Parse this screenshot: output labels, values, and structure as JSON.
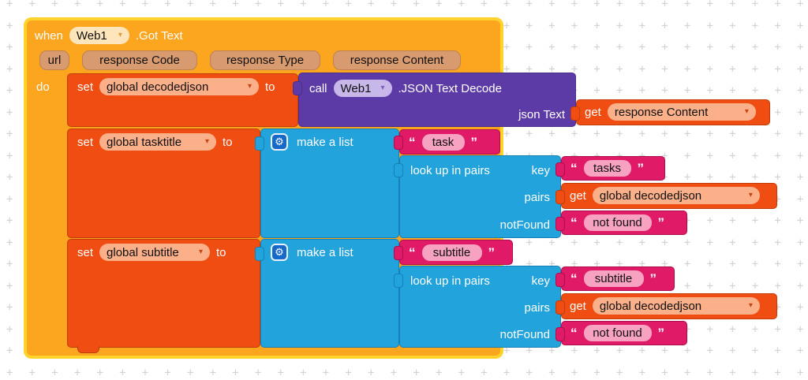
{
  "colors": {
    "event_block": "#FCA51F",
    "event_border": "#FFD32B",
    "variable_block": "#EF4D11",
    "list_block": "#23A3DC",
    "text_block": "#E01A66",
    "procedure_block": "#5C3BA6",
    "canvas_grid": "#D2D2D2"
  },
  "icons": {
    "dropdown": "▾",
    "gear": "⚙",
    "quote_open": "“",
    "quote_close": "”"
  },
  "when_block": {
    "keyword": "when",
    "component": "Web1",
    "event": ".Got Text",
    "params": [
      "url",
      "response Code",
      "response Type",
      "response Content"
    ],
    "do_label": "do"
  },
  "set_blocks": {
    "keyword": "set",
    "to_label": "to",
    "decodedjson": "global decodedjson",
    "tasktitle": "global tasktitle",
    "subtitle": "global subtitle"
  },
  "call_block": {
    "keyword": "call",
    "component": "Web1",
    "method": ".JSON Text Decode",
    "arg_label": "json Text"
  },
  "get_block": {
    "keyword": "get",
    "response_content": "response Content",
    "decodedjson": "global decodedjson"
  },
  "list_block": {
    "label": "make a list"
  },
  "lookup_block": {
    "label": "look up in pairs",
    "key_label": "key",
    "pairs_label": "pairs",
    "notfound_label": "notFound"
  },
  "strings": {
    "task": "task",
    "tasks": "tasks",
    "subtitle": "subtitle",
    "not_found": "not found"
  }
}
